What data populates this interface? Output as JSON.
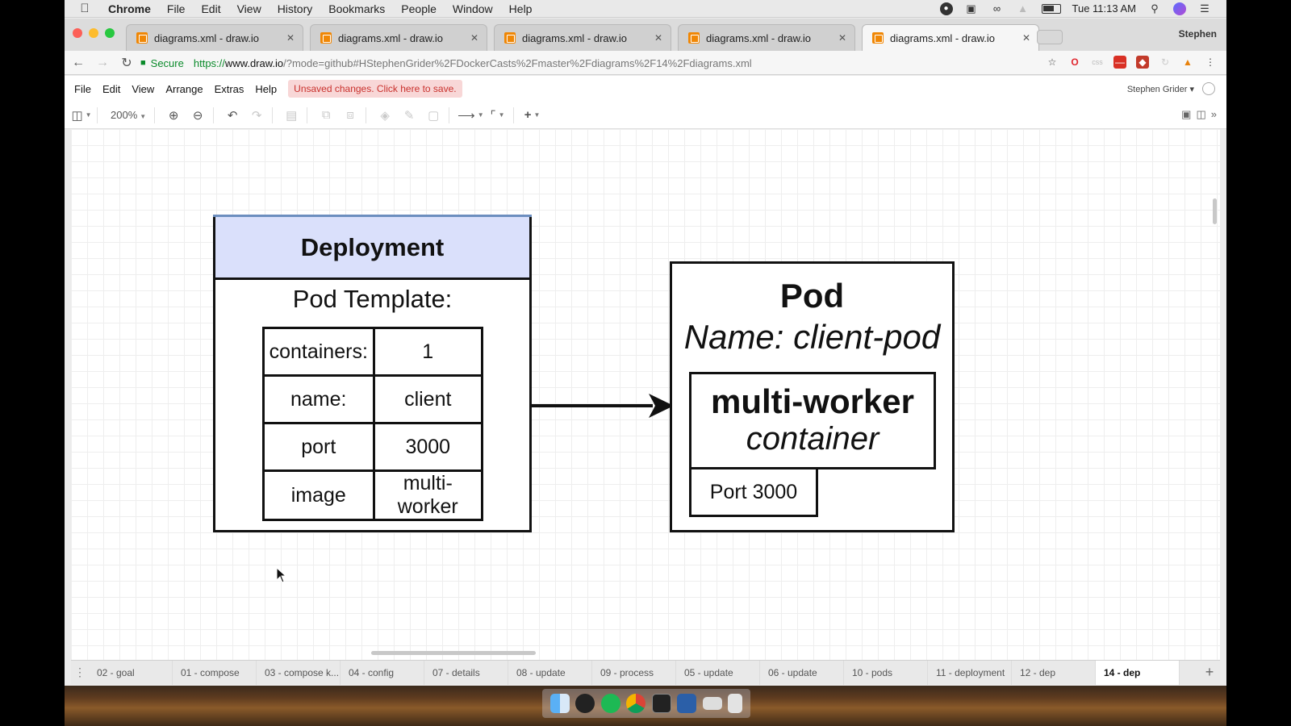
{
  "menubar": {
    "app": "Chrome",
    "items": [
      "File",
      "Edit",
      "View",
      "History",
      "Bookmarks",
      "People",
      "Window",
      "Help"
    ],
    "clock": "Tue 11:13 AM"
  },
  "browser": {
    "tabs": [
      {
        "title": "diagrams.xml - draw.io"
      },
      {
        "title": "diagrams.xml - draw.io"
      },
      {
        "title": "diagrams.xml - draw.io"
      },
      {
        "title": "diagrams.xml - draw.io"
      },
      {
        "title": "diagrams.xml - draw.io"
      }
    ],
    "profile": "Stephen",
    "address": {
      "secure_label": "Secure",
      "protocol": "https://",
      "host": "www.draw.io",
      "path": "/?mode=github#HStephenGrider%2FDockerCasts%2Fmaster%2Fdiagrams%2F14%2Fdiagrams.xml"
    }
  },
  "drawio": {
    "menus": [
      "File",
      "Edit",
      "View",
      "Arrange",
      "Extras",
      "Help"
    ],
    "unsaved_notice": "Unsaved changes. Click here to save.",
    "user": "Stephen Grider",
    "zoom": "200%",
    "pages": [
      "02 - goal",
      "01 - compose",
      "03 - compose k...",
      "04 - config",
      "07 - details",
      "08 - update",
      "09 - process",
      "05 - update",
      "06 - update",
      "10 - pods",
      "11 - deployment",
      "12 - dep",
      "14 - dep"
    ],
    "active_page": "14 - dep"
  },
  "diagram": {
    "deployment": {
      "title": "Deployment",
      "pod_template_label": "Pod Template:",
      "rows": [
        {
          "key": "containers:",
          "value": "1"
        },
        {
          "key": "name:",
          "value": "client"
        },
        {
          "key": "port",
          "value": "3000"
        },
        {
          "key": "image",
          "value": "multi-\nworker"
        }
      ]
    },
    "pod": {
      "title": "Pod",
      "name": "Name: client-pod",
      "container_name": "multi-worker",
      "container_label": "container",
      "port": "Port 3000"
    }
  },
  "colors": {
    "deployment_header": "#dae0fb",
    "unsaved_bg": "#f8d7d7",
    "unsaved_text": "#c9302c",
    "drawio_favicon": "#f08705"
  }
}
